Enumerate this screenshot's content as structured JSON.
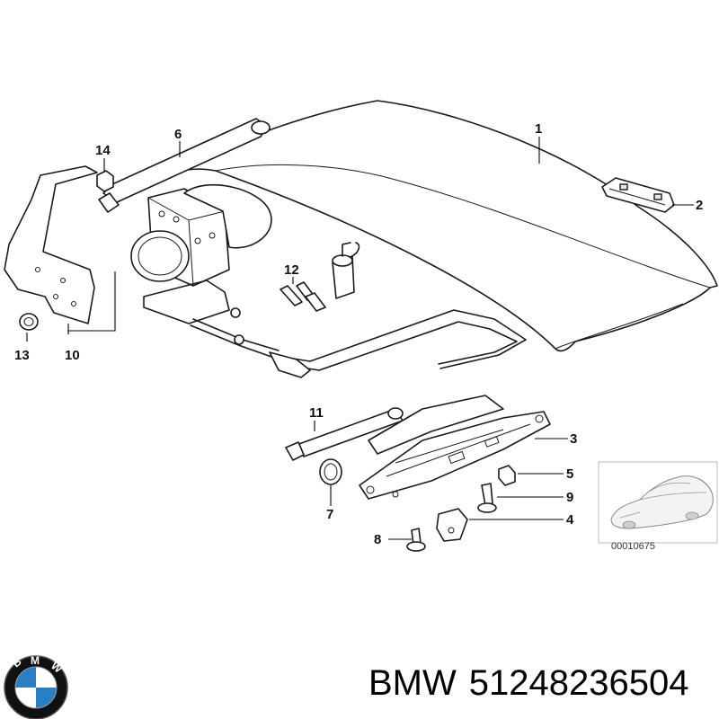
{
  "callouts": [
    {
      "id": "1",
      "label": "1"
    },
    {
      "id": "2",
      "label": "2"
    },
    {
      "id": "3",
      "label": "3"
    },
    {
      "id": "4",
      "label": "4"
    },
    {
      "id": "5",
      "label": "5"
    },
    {
      "id": "6",
      "label": "6"
    },
    {
      "id": "7",
      "label": "7"
    },
    {
      "id": "8",
      "label": "8"
    },
    {
      "id": "9",
      "label": "9"
    },
    {
      "id": "10",
      "label": "10"
    },
    {
      "id": "11",
      "label": "11"
    },
    {
      "id": "12",
      "label": "12"
    },
    {
      "id": "13",
      "label": "13"
    },
    {
      "id": "14",
      "label": "14"
    }
  ],
  "inset": {
    "code": "00010675"
  },
  "footer": {
    "brand": "BMW",
    "part_number": "51248236504"
  },
  "logo": {
    "text": "BMW",
    "colors": {
      "ring": "#111111",
      "blue": "#2a7fc4",
      "white": "#ffffff"
    }
  }
}
